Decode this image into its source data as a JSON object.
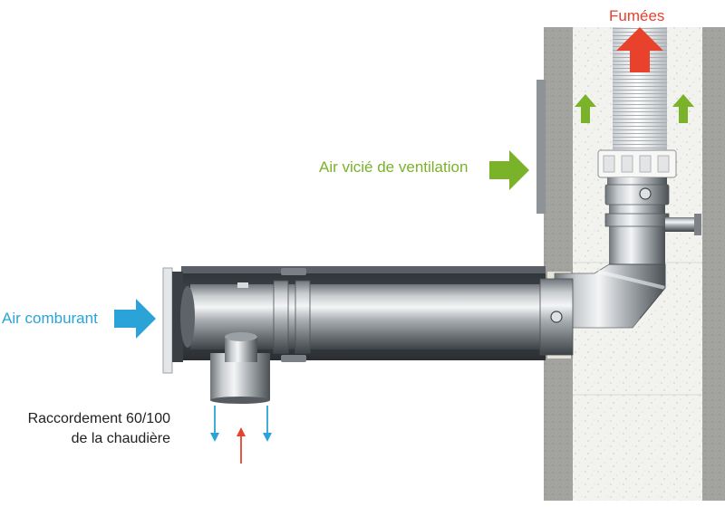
{
  "labels": {
    "fumees": "Fumées",
    "air_vicie": "Air vicié de ventilation",
    "air_comburant": "Air comburant",
    "raccordement_line1": "Raccordement 60/100",
    "raccordement_line2": "de la chaudière"
  },
  "colors": {
    "fumees_arrow": "#e8412c",
    "ventilation_arrow": "#7ab22a",
    "air_arrow": "#2ba3d8",
    "wall": "#9a9a96",
    "duct_interior": "#f2f2ee"
  }
}
